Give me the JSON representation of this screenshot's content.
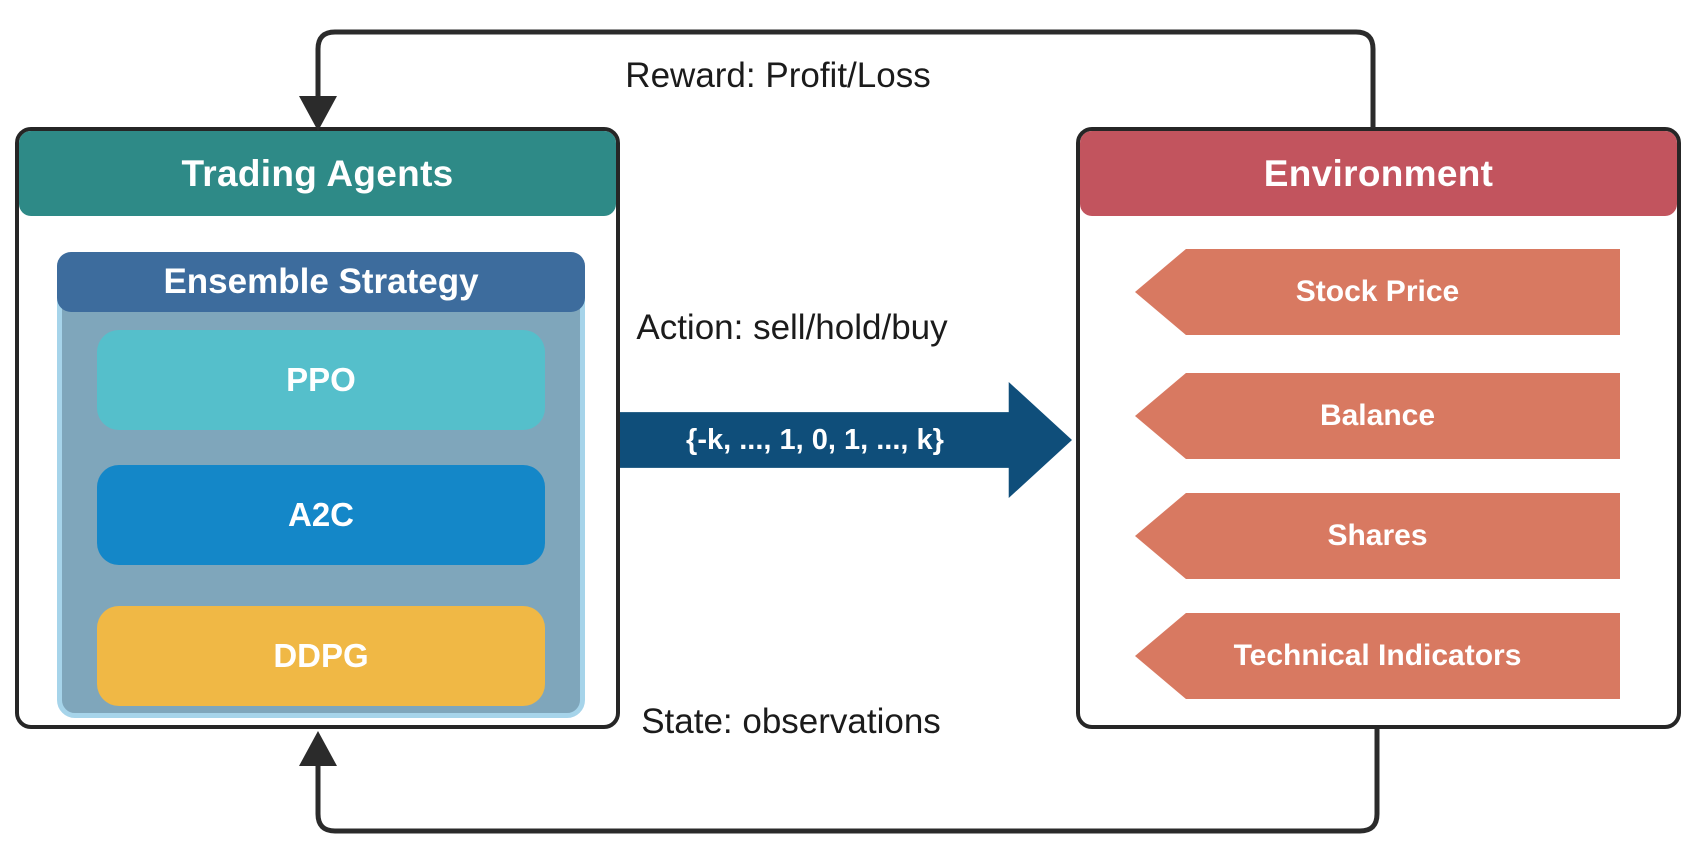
{
  "agents": {
    "title": "Trading Agents",
    "header_color": "#2E8A87"
  },
  "ensemble": {
    "title": "Ensemble Strategy",
    "header_color": "#3D6C9D",
    "body_color": "#7FA6BB",
    "body_border_color": "#A6D4EA",
    "algorithms": [
      {
        "label": "PPO",
        "color": "#55BFCB"
      },
      {
        "label": "A2C",
        "color": "#1487C8"
      },
      {
        "label": "DDPG",
        "color": "#F0B845"
      }
    ]
  },
  "environment": {
    "title": "Environment",
    "header_color": "#C2545E",
    "item_color": "#D87961",
    "items": [
      {
        "label": "Stock Price"
      },
      {
        "label": "Balance"
      },
      {
        "label": "Shares"
      },
      {
        "label": "Technical Indicators"
      }
    ]
  },
  "connectors": {
    "reward_label": "Reward: Profit/Loss",
    "action_label": "Action: sell/hold/buy",
    "action_set_label": "{-k, ..., 1, 0, 1, ..., k}",
    "state_label": "State: observations",
    "action_arrow_color": "#0F4E7A",
    "line_color": "#2B2B2B"
  }
}
